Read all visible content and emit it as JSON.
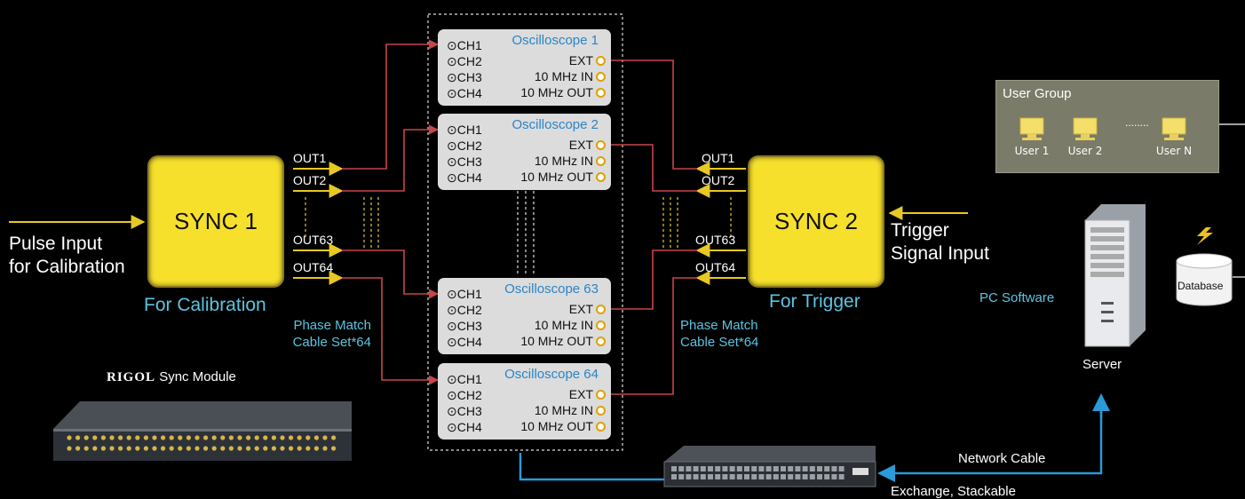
{
  "sync1": {
    "label": "SYNC 1",
    "caption": "For Calibration",
    "outputs": [
      "OUT1",
      "OUT2",
      "OUT63",
      "OUT64"
    ]
  },
  "sync2": {
    "label": "SYNC 2",
    "caption": "For Trigger",
    "outputs": [
      "OUT1",
      "OUT2",
      "OUT63",
      "OUT64"
    ]
  },
  "pulse_input": {
    "line1": "Pulse Input",
    "line2": "for Calibration"
  },
  "trigger_input": {
    "line1": "Trigger",
    "line2": "Signal Input"
  },
  "phase_match_left": {
    "line1": "Phase Match",
    "line2": "Cable Set*64"
  },
  "phase_match_right": {
    "line1": "Phase Match",
    "line2": "Cable Set*64"
  },
  "rigol_module": {
    "brand": "RIGOL",
    "label": "Sync Module"
  },
  "oscilloscopes": [
    {
      "title": "Oscilloscope 1",
      "channels": [
        "⊙CH1",
        "⊙CH2",
        "⊙CH3",
        "⊙CH4"
      ],
      "ports": [
        "EXT",
        "10 MHz IN",
        "10 MHz OUT"
      ]
    },
    {
      "title": "Oscilloscope 2",
      "channels": [
        "⊙CH1",
        "⊙CH2",
        "⊙CH3",
        "⊙CH4"
      ],
      "ports": [
        "EXT",
        "10 MHz IN",
        "10 MHz OUT"
      ]
    },
    {
      "title": "Oscilloscope 63",
      "channels": [
        "⊙CH1",
        "⊙CH2",
        "⊙CH3",
        "⊙CH4"
      ],
      "ports": [
        "EXT",
        "10 MHz IN",
        "10 MHz OUT"
      ]
    },
    {
      "title": "Oscilloscope 64",
      "channels": [
        "⊙CH1",
        "⊙CH2",
        "⊙CH3",
        "⊙CH4"
      ],
      "ports": [
        "EXT",
        "10 MHz IN",
        "10 MHz OUT"
      ]
    }
  ],
  "user_group": {
    "title": "User Group",
    "users": [
      "User 1",
      "User 2",
      "User N"
    ],
    "ellipsis": "........"
  },
  "server": {
    "label": "Server",
    "software": "PC Software"
  },
  "database": {
    "label": "Database"
  },
  "network": {
    "cable_label": "Network Cable",
    "switch_label": "Exchange, Stackable"
  },
  "colors": {
    "sync_fill": "#f6e02c",
    "wire_red": "#c8454a",
    "wire_yellow": "#e8c824",
    "wire_blue": "#2a9ad8",
    "text_cyan": "#5dc4e0",
    "osc_title": "#2a85c8",
    "panel": "#dcdcdc"
  }
}
